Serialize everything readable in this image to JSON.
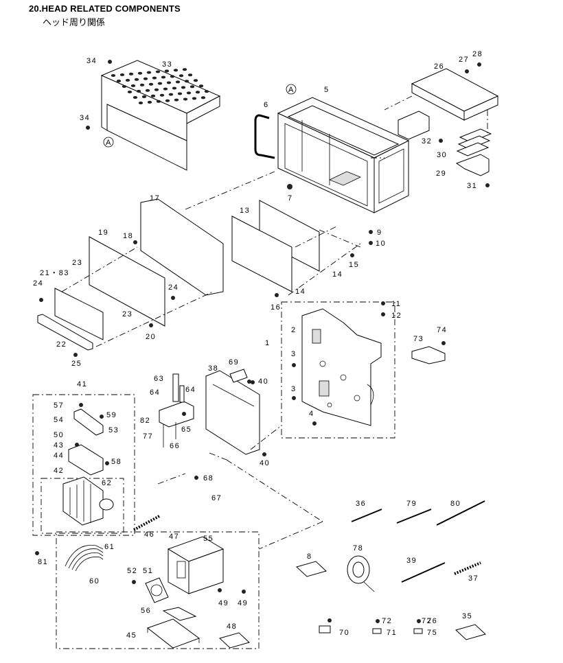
{
  "header": {
    "title": "20.HEAD RELATED COMPONENTS",
    "subtitle": "ヘッド周り関係"
  },
  "reference_mark": "A",
  "part_numbers": [
    "1",
    "2",
    "3",
    "4",
    "5",
    "6",
    "7",
    "8",
    "9",
    "10",
    "11",
    "12",
    "13",
    "14",
    "15",
    "16",
    "17",
    "18",
    "19",
    "20",
    "21・83",
    "22",
    "23",
    "24",
    "25",
    "26",
    "27",
    "28",
    "29",
    "30",
    "31",
    "32",
    "33",
    "34",
    "35",
    "36",
    "37",
    "38",
    "39",
    "40",
    "41",
    "42",
    "43",
    "44",
    "45",
    "46",
    "47",
    "48",
    "49",
    "50",
    "51",
    "52",
    "53",
    "54",
    "55",
    "56",
    "57",
    "58",
    "59",
    "60",
    "61",
    "62",
    "63",
    "64",
    "65",
    "66",
    "67",
    "68",
    "69",
    "70",
    "71",
    "72",
    "73",
    "74",
    "75",
    "76",
    "77",
    "78",
    "79",
    "80",
    "81",
    "82"
  ]
}
